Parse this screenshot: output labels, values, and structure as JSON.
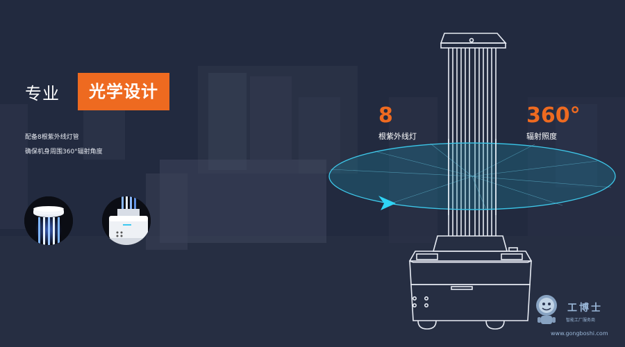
{
  "headline": {
    "plain": "专业",
    "highlight": "光学设计"
  },
  "description": [
    "配备8根紫外线灯管",
    "确保机身周围360°辐射角度"
  ],
  "stats": [
    {
      "value": "8",
      "label": "根紫外线灯"
    },
    {
      "value": "360°",
      "label": "辐射照度"
    }
  ],
  "watermark": {
    "title": "工博士",
    "subtitle": "智能工厂服务商",
    "url": "www.gongboshi.com"
  },
  "colors": {
    "accent": "#ee6a20",
    "ring": "#2ab6d8",
    "background": "#232a40",
    "line": "#e8ecf4"
  },
  "icons": [
    "uv-lamp-closeup-image",
    "robot-base-closeup-image",
    "rotation-arrow-icon",
    "mascot-logo-icon"
  ]
}
